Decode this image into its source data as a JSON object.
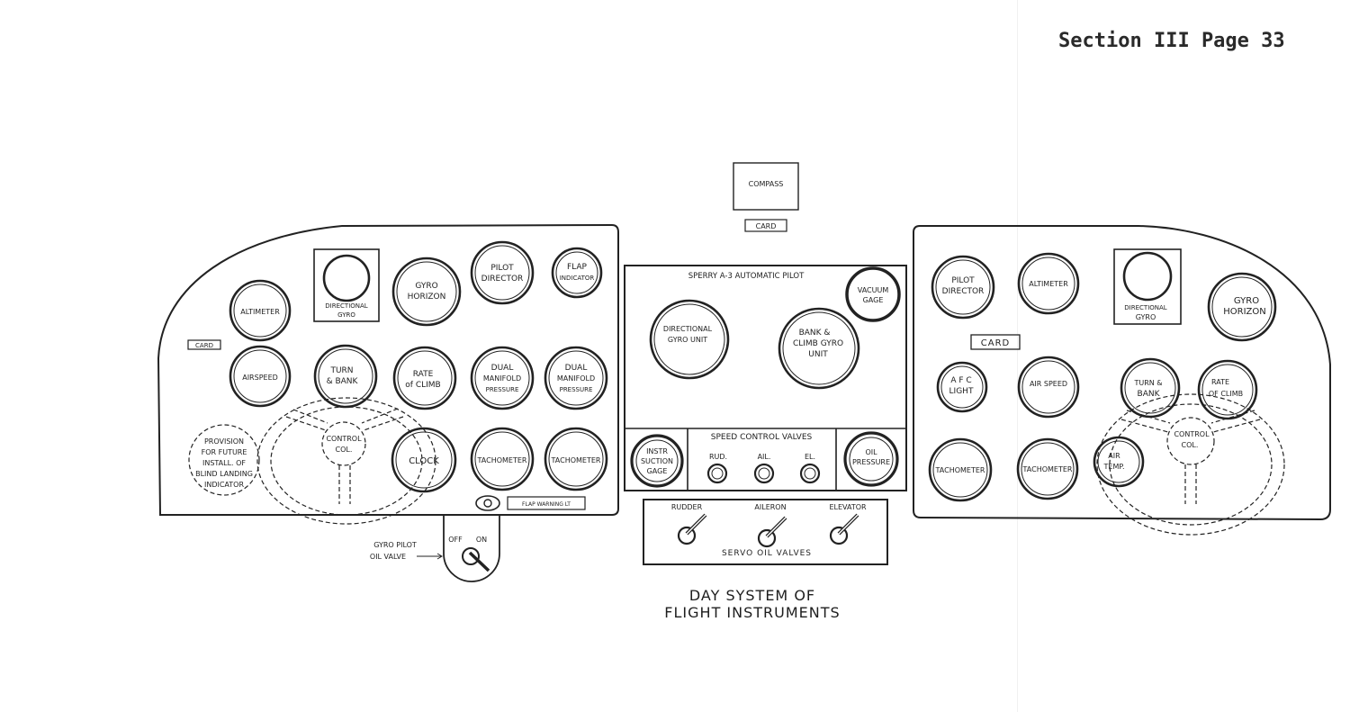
{
  "header": "Section III Page 33",
  "caption": {
    "line1": "DAY SYSTEM OF",
    "line2": "FLIGHT INSTRUMENTS"
  },
  "compass": {
    "label": "COMPASS",
    "card": "CARD"
  },
  "left_panel": {
    "altimeter": "ALTIMETER",
    "directional_gyro": [
      "DIRECTIONAL",
      "GYRO"
    ],
    "gyro_horizon": [
      "GYRO",
      "HORIZON"
    ],
    "pilot_director": [
      "PILOT",
      "DIRECTOR"
    ],
    "flap_indicator": [
      "FLAP",
      "INDICATOR"
    ],
    "card": "CARD",
    "airspeed": "AIRSPEED",
    "turn_bank": [
      "TURN",
      "& BANK"
    ],
    "rate_of_climb": [
      "RATE",
      "of CLIMB"
    ],
    "dual_manifold_1": [
      "DUAL",
      "MANIFOLD",
      "PRESSURE"
    ],
    "dual_manifold_2": [
      "DUAL",
      "MANIFOLD",
      "PRESSURE"
    ],
    "provision": [
      "PROVISION",
      "FOR FUTURE",
      "INSTALL. OF",
      "BLIND LANDING",
      "INDICATOR"
    ],
    "control_col": [
      "CONTROL",
      "COL."
    ],
    "clock": "CLOCK",
    "tachometer_1": "TACHOMETER",
    "tachometer_2": "TACHOMETER",
    "flap_warning": "FLAP WARNING LT"
  },
  "gyro_pilot_valve": {
    "label": [
      "GYRO PILOT",
      "OIL VALVE"
    ],
    "off": "OFF",
    "on": "ON"
  },
  "center_panel": {
    "title": "SPERRY A-3 AUTOMATIC PILOT",
    "vacuum_gage": [
      "VACUUM",
      "GAGE"
    ],
    "directional_gyro_unit": [
      "DIRECTIONAL",
      "GYRO UNIT"
    ],
    "bank_climb": [
      "BANK &",
      "CLIMB GYRO",
      "UNIT"
    ],
    "instr_suction": [
      "INSTR",
      "SUCTION",
      "GAGE"
    ],
    "speed_control": "SPEED CONTROL VALVES",
    "rud": "RUD.",
    "ail": "AIL.",
    "el": "EL.",
    "oil_pressure": [
      "OIL",
      "PRESSURE"
    ]
  },
  "servo_panel": {
    "rudder": "RUDDER",
    "aileron": "AILERON",
    "elevator": "ELEVATOR",
    "title": "SERVO OIL VALVES"
  },
  "right_panel": {
    "pilot_director": [
      "PILOT",
      "DIRECTOR"
    ],
    "altimeter": "ALTIMETER",
    "directional_gyro": [
      "DIRECTIONAL",
      "GYRO"
    ],
    "gyro_horizon": [
      "GYRO",
      "HORIZON"
    ],
    "card": "CARD",
    "afc_light": [
      "A F C",
      "LIGHT"
    ],
    "air_speed": "AIR SPEED",
    "turn_bank": [
      "TURN &",
      "BANK"
    ],
    "rate_of_climb": [
      "RATE",
      "OF CLIMB"
    ],
    "control_col": [
      "CONTROL",
      "COL."
    ],
    "tachometer_1": "TACHOMETER",
    "tachometer_2": "TACHOMETER",
    "air_temp": [
      "AIR",
      "TEMP."
    ]
  }
}
